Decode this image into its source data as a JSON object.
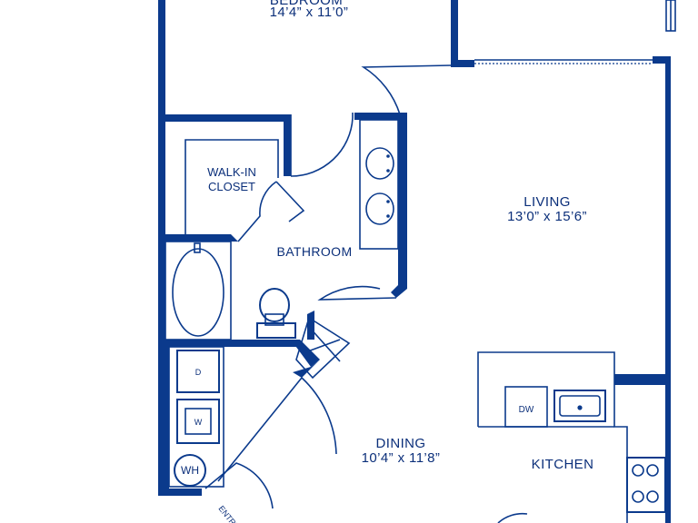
{
  "rooms": {
    "bedroom": {
      "name": "BEDROOM",
      "dims": "14’4” x 11’0”"
    },
    "walk_in_closet": {
      "line1": "WALK-IN",
      "line2": "CLOSET"
    },
    "bathroom": {
      "name": "BATHROOM"
    },
    "living": {
      "name": "LIVING",
      "dims": "13’0” x 15’6”"
    },
    "dining": {
      "name": "DINING",
      "dims": "10’4” x 11’8”"
    },
    "kitchen": {
      "name": "KITCHEN"
    },
    "entry": {
      "name": "ENTRY"
    }
  },
  "appliances": {
    "dryer": "D",
    "washer": "W",
    "water_heater": "WH",
    "dishwasher": "DW"
  },
  "colors": {
    "wall": "#0b3a8c",
    "text": "#0b2f7a",
    "background": "#ffffff"
  }
}
